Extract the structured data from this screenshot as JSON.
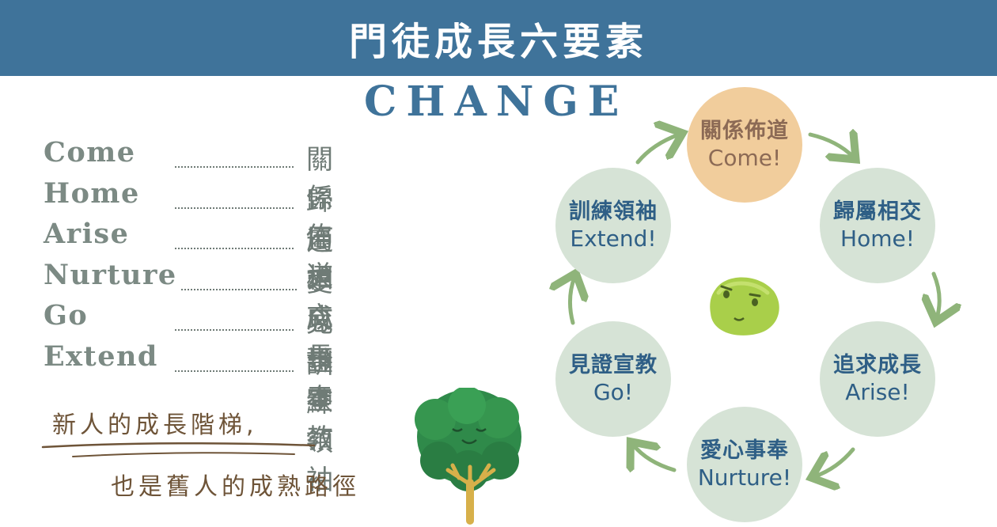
{
  "header": {
    "title": "門徒成長六要素"
  },
  "subtitle": "CHANGE",
  "list": [
    {
      "en": "Come",
      "zh": "關係佈道"
    },
    {
      "en": "Home",
      "zh": "歸屬相交"
    },
    {
      "en": "Arise",
      "zh": "追求成長"
    },
    {
      "en": "Nurture",
      "zh": "愛心事奉"
    },
    {
      "en": "Go",
      "zh": "見證宣教"
    },
    {
      "en": "Extend",
      "zh": "訓練領袖"
    }
  ],
  "handwritten": {
    "line1": "新人的成長階梯,",
    "line2": "也是舊人的成熟路徑"
  },
  "cycle": [
    {
      "zh": "關係佈道",
      "en": "Come!"
    },
    {
      "zh": "歸屬相交",
      "en": "Home!"
    },
    {
      "zh": "追求成長",
      "en": "Arise!"
    },
    {
      "zh": "愛心事奉",
      "en": "Nurture!"
    },
    {
      "zh": "見證宣教",
      "en": "Go!"
    },
    {
      "zh": "訓練領袖",
      "en": "Extend!"
    }
  ],
  "colors": {
    "header_bg": "#3f739a",
    "node_bg": "#d6e3d6",
    "node_active_bg": "#f1cd9c",
    "arrow": "#8fb47a"
  },
  "icons": [
    "tree-illustration",
    "bean-character"
  ]
}
